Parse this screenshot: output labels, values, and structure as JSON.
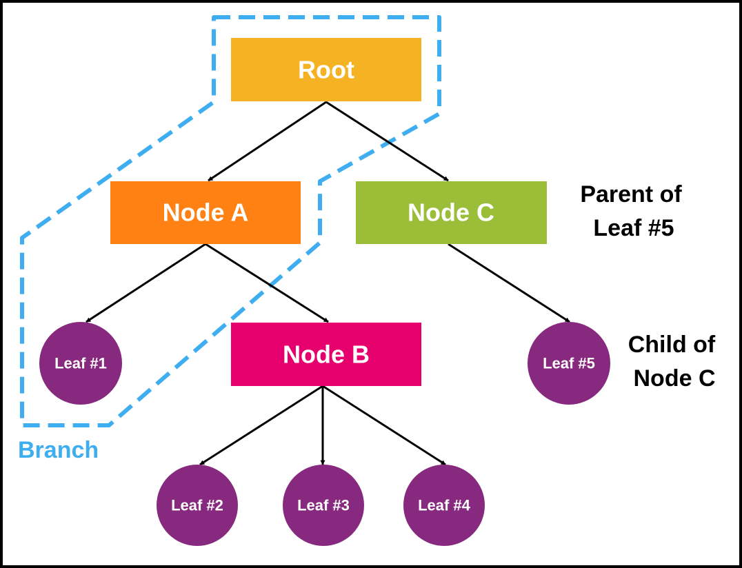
{
  "colors": {
    "root": "#F5B324",
    "node_a": "#FF8114",
    "node_b": "#E5006E",
    "node_c": "#9BBE38",
    "leaf": "#87297E",
    "branch": "#3FAEF0",
    "arrow": "#000000",
    "frame": "#000000"
  },
  "nodes": {
    "root": "Root",
    "node_a": "Node A",
    "node_b": "Node B",
    "node_c": "Node C"
  },
  "leaves": {
    "leaf1": "Leaf #1",
    "leaf2": "Leaf #2",
    "leaf3": "Leaf #3",
    "leaf4": "Leaf #4",
    "leaf5": "Leaf #5"
  },
  "annotations": {
    "parent_line1": "Parent of",
    "parent_line2": "Leaf #5",
    "child_line1": "Child of",
    "child_line2": "Node C",
    "branch": "Branch"
  }
}
